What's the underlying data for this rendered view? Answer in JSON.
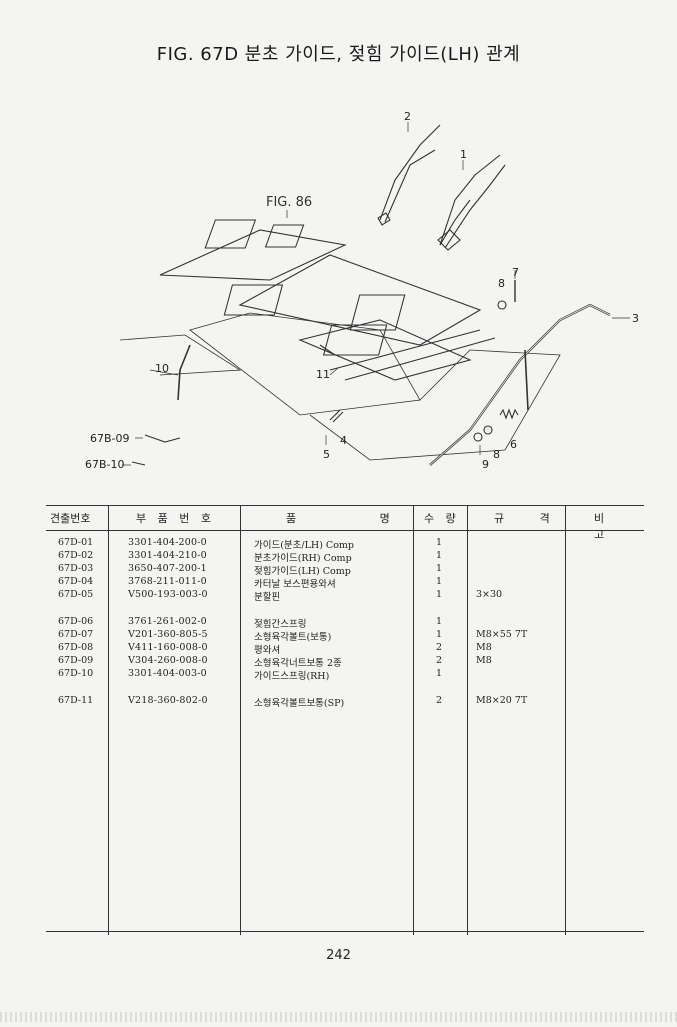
{
  "title": "FIG. 67D 분초 가이드, 젖힘 가이드(LH) 관계",
  "diagram": {
    "callouts": [
      "1",
      "2",
      "3",
      "4",
      "5",
      "6",
      "7",
      "8",
      "8",
      "9",
      "10",
      "11"
    ],
    "refs": [
      "FIG. 86",
      "67B-09",
      "67B-10"
    ]
  },
  "table": {
    "headers": [
      "견출번호",
      "부 품 번 호",
      "품 명",
      "수 량",
      "규 격",
      "비 고"
    ],
    "rows": [
      {
        "no": "67D-01",
        "part": "3301-404-200-0",
        "name": "가이드(분초/LH) Comp",
        "qty": "1",
        "spec": ""
      },
      {
        "no": "67D-02",
        "part": "3301-404-210-0",
        "name": "분초가이드(RH) Comp",
        "qty": "1",
        "spec": ""
      },
      {
        "no": "67D-03",
        "part": "3650-407-200-1",
        "name": "젖힘가이드(LH) Comp",
        "qty": "1",
        "spec": ""
      },
      {
        "no": "67D-04",
        "part": "3768-211-011-0",
        "name": "카터날 보스편용와셔",
        "qty": "1",
        "spec": ""
      },
      {
        "no": "67D-05",
        "part": "V500-193-003-0",
        "name": "분할핀",
        "qty": "1",
        "spec": "3×30"
      },
      {
        "no": "67D-06",
        "part": "3761-261-002-0",
        "name": "젖힘간스프링",
        "qty": "1",
        "spec": ""
      },
      {
        "no": "67D-07",
        "part": "V201-360-805-5",
        "name": "소형육각볼트(보통)",
        "qty": "1",
        "spec": "M8×55 7T"
      },
      {
        "no": "67D-08",
        "part": "V411-160-008-0",
        "name": "평와셔",
        "qty": "2",
        "spec": "M8"
      },
      {
        "no": "67D-09",
        "part": "V304-260-008-0",
        "name": "소형육각너트보통 2종",
        "qty": "2",
        "spec": "M8"
      },
      {
        "no": "67D-10",
        "part": "3301-404-003-0",
        "name": "가이드스프링(RH)",
        "qty": "1",
        "spec": ""
      },
      {
        "no": "67D-11",
        "part": "V218-360-802-0",
        "name": "소형육각볼트보통(SP)",
        "qty": "2",
        "spec": "M8×20 7T"
      }
    ]
  },
  "page_number": "242"
}
